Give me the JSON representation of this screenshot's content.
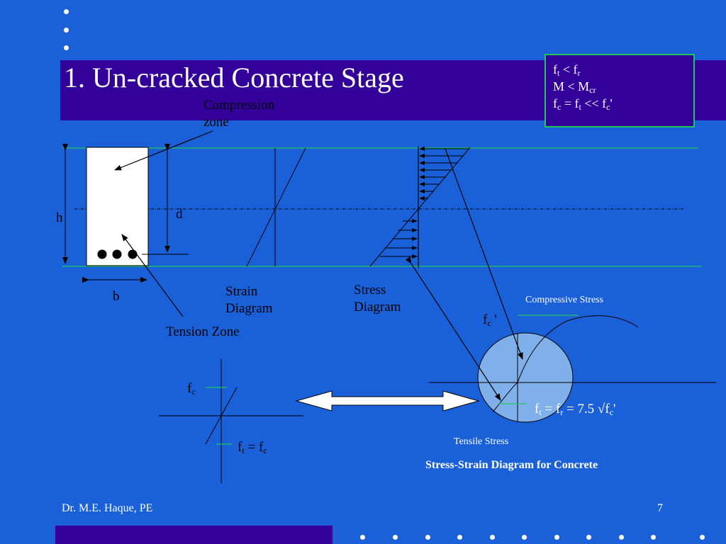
{
  "slide": {
    "title": "1. Un-cracked Concrete Stage",
    "footer_author": "Dr. M.E. Haque, PE",
    "page_number": "7"
  },
  "conditions": [
    {
      "main": "f",
      "sub1": "t",
      "mid": " < f",
      "sub2": "r",
      "rest": ""
    },
    {
      "main": "M < M",
      "sub1": "cr",
      "mid": "",
      "sub2": "",
      "rest": ""
    },
    {
      "main": "f",
      "sub1": "c",
      "mid": " = f",
      "sub2": "t",
      "rest": " << f",
      "sub3": "c",
      "tail": "'"
    }
  ],
  "labels": {
    "compression_zone_line1": "Compression",
    "compression_zone_line2": "zone",
    "h": "h",
    "d": "d",
    "b": "b",
    "tension_zone": "Tension Zone",
    "strain_line1": "Strain",
    "strain_line2": "Diagram",
    "stress_line1": "Stress",
    "stress_line2": "Diagram",
    "compressive_stress": "Compressive Stress",
    "tensile_stress": "Tensile Stress",
    "fc_prime_main": "f",
    "fc_prime_sub": "c",
    "fc_prime_tail": " '",
    "ft_eq_fr_main": "f",
    "ft_eq_fr_sub1": "t",
    "ft_eq_fr_mid": " = f",
    "ft_eq_fr_sub2": "r",
    "ft_eq_fr_rest": " = 7.5 √f",
    "ft_eq_fr_sub3": "c",
    "ft_eq_fr_tail": "'",
    "fc_main": "f",
    "fc_sub": "c",
    "ft_fc_main": "f",
    "ft_fc_sub1": "t",
    "ft_fc_mid": " = f",
    "ft_fc_sub2": "c",
    "caption": "Stress-Strain Diagram for Concrete"
  },
  "colors": {
    "background": "#1a61d9",
    "title_bar": "#330099",
    "green_line": "#22c55e",
    "highlight_circle": "#7fb0ea"
  }
}
